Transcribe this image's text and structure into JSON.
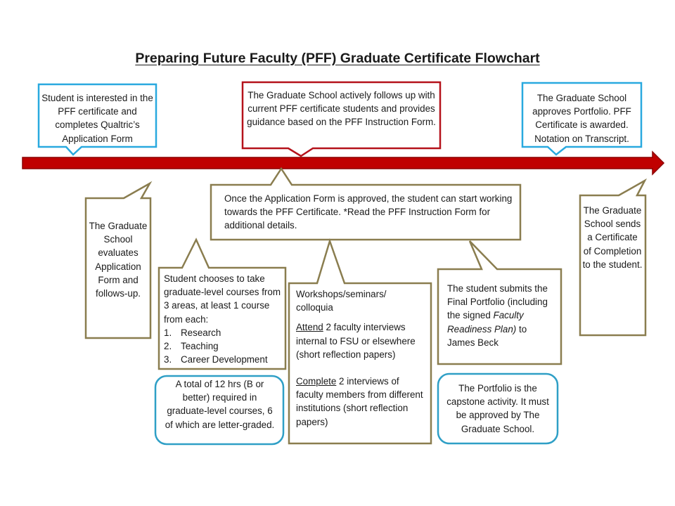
{
  "title": "Preparing Future Faculty (PFF) Graduate Certificate Flowchart",
  "colors": {
    "timeline": "#c00000",
    "blue": "#29a9df",
    "red": "#b5121b",
    "olive": "#8a7d4f",
    "teal": "#2f9fc6"
  },
  "top": {
    "interest": "Student is interested in the PFF certificate and completes Qualtric’s Application Form",
    "followup": "The Graduate School actively follows up with current PFF certificate students and provides guidance based on the PFF Instruction Form.",
    "approves": "The Graduate School approves Portfolio. PFF Certificate is awarded. Notation on Transcript."
  },
  "evaluates": "The Graduate School evaluates Application Form and follows-up.",
  "approved": "Once the Application Form is approved, the student can start working towards the PFF Certificate. *Read the PFF Instruction Form for additional details.",
  "courses": {
    "intro": "Student chooses to take graduate-level courses from 3 areas, at least 1 course from each:",
    "items": [
      {
        "num": "1.",
        "label": "Research"
      },
      {
        "num": "2.",
        "label": "Teaching"
      },
      {
        "num": "3.",
        "label": "Career Development"
      }
    ]
  },
  "hours_note": "A total of 12 hrs (B or better) required in graduate-level courses, 6 of which are letter-graded.",
  "workshops": {
    "heading": "Workshops/seminars/ colloquia",
    "attend_word": "Attend",
    "attend_rest": " 2 faculty interviews internal to FSU or elsewhere (short reflection papers)",
    "complete_word": "Complete",
    "complete_rest": " 2 interviews of faculty members from different institutions (short reflection papers)"
  },
  "portfolio": {
    "pre": "The student submits the Final Portfolio (including the signed ",
    "italic": "Faculty Readiness Plan)",
    "post": " to James Beck"
  },
  "capstone": "The Portfolio is the capstone activity. It must be approved by The Graduate School.",
  "completion": "The Graduate School sends a Certificate of Completion to the student."
}
